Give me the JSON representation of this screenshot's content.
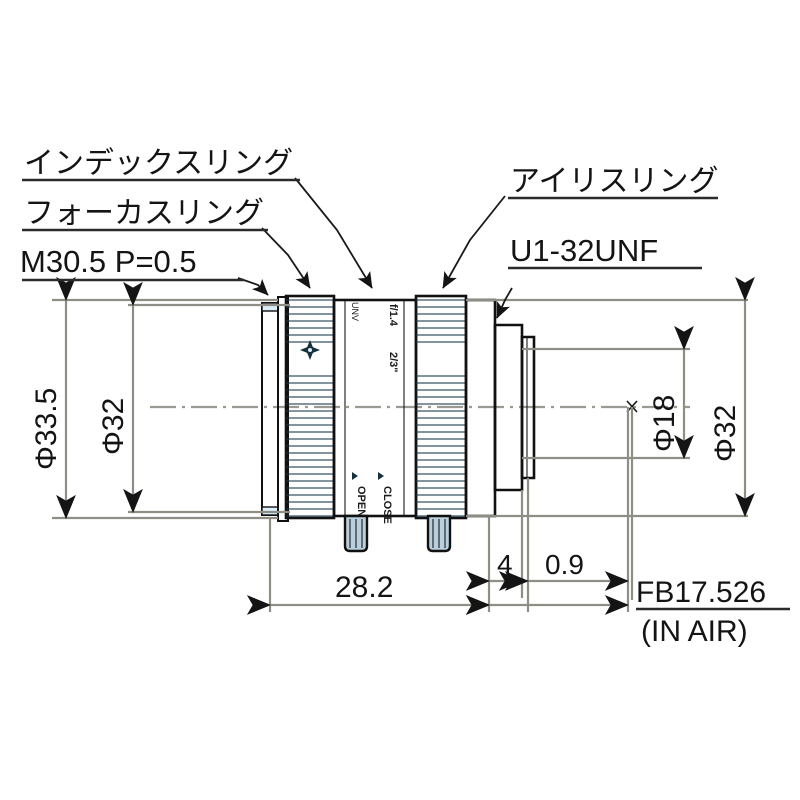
{
  "drawing": {
    "title": "Lens dimensional drawing",
    "units": "mm",
    "background": "#ffffff",
    "line_color": "#1a1a1a",
    "body_color": "#c3e1f2",
    "body_color_dark": "#9fc6dc",
    "ring_color": "#b7cbd8",
    "ext_line_color": "#8e8e86"
  },
  "callouts": [
    {
      "id": "index-ring",
      "label": "インデックスリング"
    },
    {
      "id": "focus-ring",
      "label": "フォーカスリング"
    },
    {
      "id": "thread-m305",
      "label": "M30.5  P=0.5"
    },
    {
      "id": "iris-ring",
      "label": "アイリスリング"
    },
    {
      "id": "mount-u1",
      "label": "U1-32UNF"
    }
  ],
  "dimensions": {
    "left": [
      {
        "id": "dia-33-5",
        "label": "Φ33.5"
      },
      {
        "id": "dia-32-left",
        "label": "Φ32"
      }
    ],
    "right": [
      {
        "id": "dia-18",
        "label": "Φ18"
      },
      {
        "id": "dia-32-right",
        "label": "Φ32"
      }
    ],
    "bottom": [
      {
        "id": "len-28-2",
        "label": "28.2"
      },
      {
        "id": "len-4",
        "label": "4"
      },
      {
        "id": "len-0-9",
        "label": "0.9"
      },
      {
        "id": "flange-back",
        "label": "FB17.526"
      },
      {
        "id": "flange-back-note",
        "label": "(IN AIR)"
      }
    ]
  },
  "barrel_markings": {
    "aperture": "f/1.4",
    "format": "2/3\"",
    "brand": "UNV",
    "iris_open": "OPEN",
    "iris_close": "CLOSE"
  }
}
